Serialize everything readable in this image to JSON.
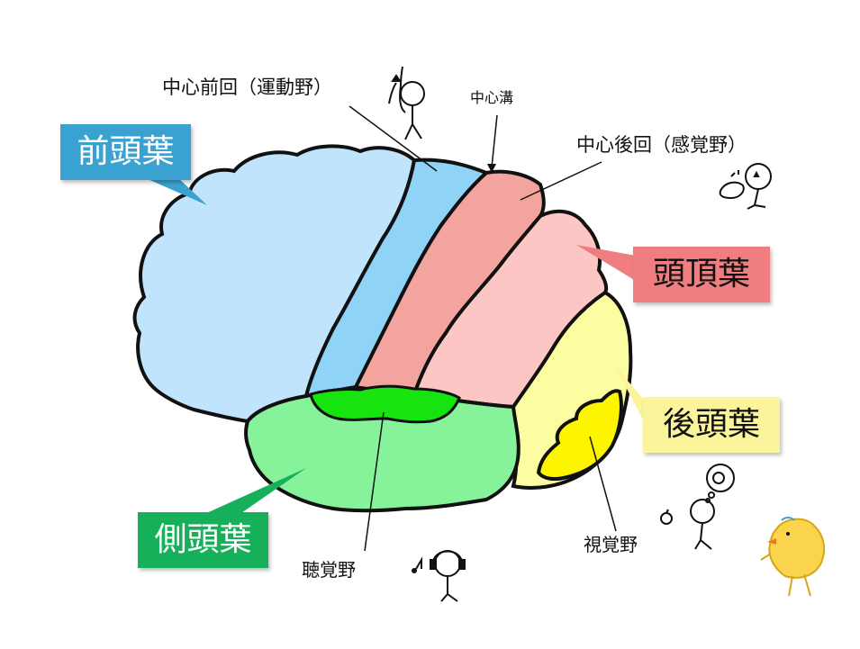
{
  "diagram": {
    "lobes": {
      "frontal": {
        "label": "前頭葉",
        "color": "#3aa2d0",
        "fill": "#c0e4fb"
      },
      "parietal": {
        "label": "頭頂葉",
        "color": "#f07e80",
        "fill": "#fbc6c4"
      },
      "occipital": {
        "label": "後頭葉",
        "color": "#fbf49a",
        "fill": "#fcfca0"
      },
      "temporal": {
        "label": "側頭葉",
        "color": "#16b05a",
        "fill": "#86f39a"
      }
    },
    "areas": {
      "precentral": "中心前回（運動野）",
      "central_sulcus": "中心溝",
      "postcentral": "中心後回（感覚野）",
      "auditory": "聴覚野",
      "visual": "視覚野"
    }
  }
}
